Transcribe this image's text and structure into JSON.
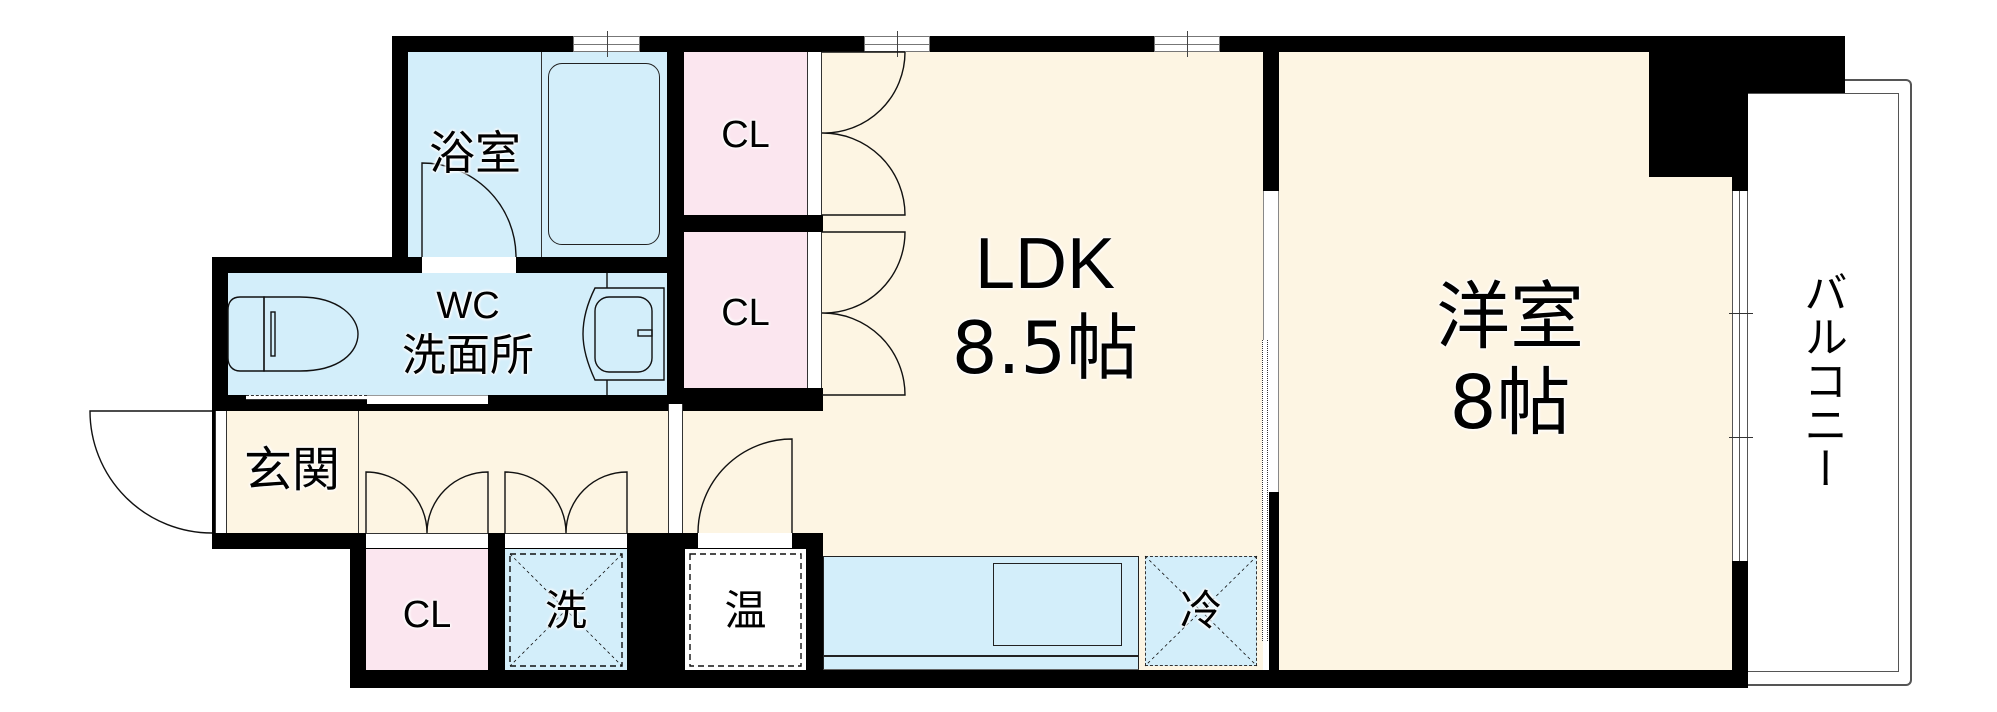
{
  "floor_plan": {
    "rooms": [
      {
        "id": "bathroom",
        "label": "浴室"
      },
      {
        "id": "wc_washroom",
        "label_line1": "WC",
        "label_line2": "洗面所"
      },
      {
        "id": "entrance",
        "label": "玄関"
      },
      {
        "id": "closet_top",
        "label": "CL"
      },
      {
        "id": "closet_middle",
        "label": "CL"
      },
      {
        "id": "closet_bottom",
        "label": "CL"
      },
      {
        "id": "washer_space",
        "label": "洗"
      },
      {
        "id": "water_heater",
        "label": "温"
      },
      {
        "id": "fridge_space",
        "label": "冷"
      },
      {
        "id": "ldk",
        "label_line1": "LDK",
        "label_line2": "8.5帖"
      },
      {
        "id": "western_room",
        "label_line1": "洋室",
        "label_line2": "8帖"
      },
      {
        "id": "balcony",
        "label": "バルコニー"
      }
    ],
    "colors": {
      "wall": "#000000",
      "living_floor": "#fdf5e3",
      "wet_area": "#d3eefa",
      "closet": "#fbe6ef",
      "balcony": "#ffffff"
    }
  }
}
